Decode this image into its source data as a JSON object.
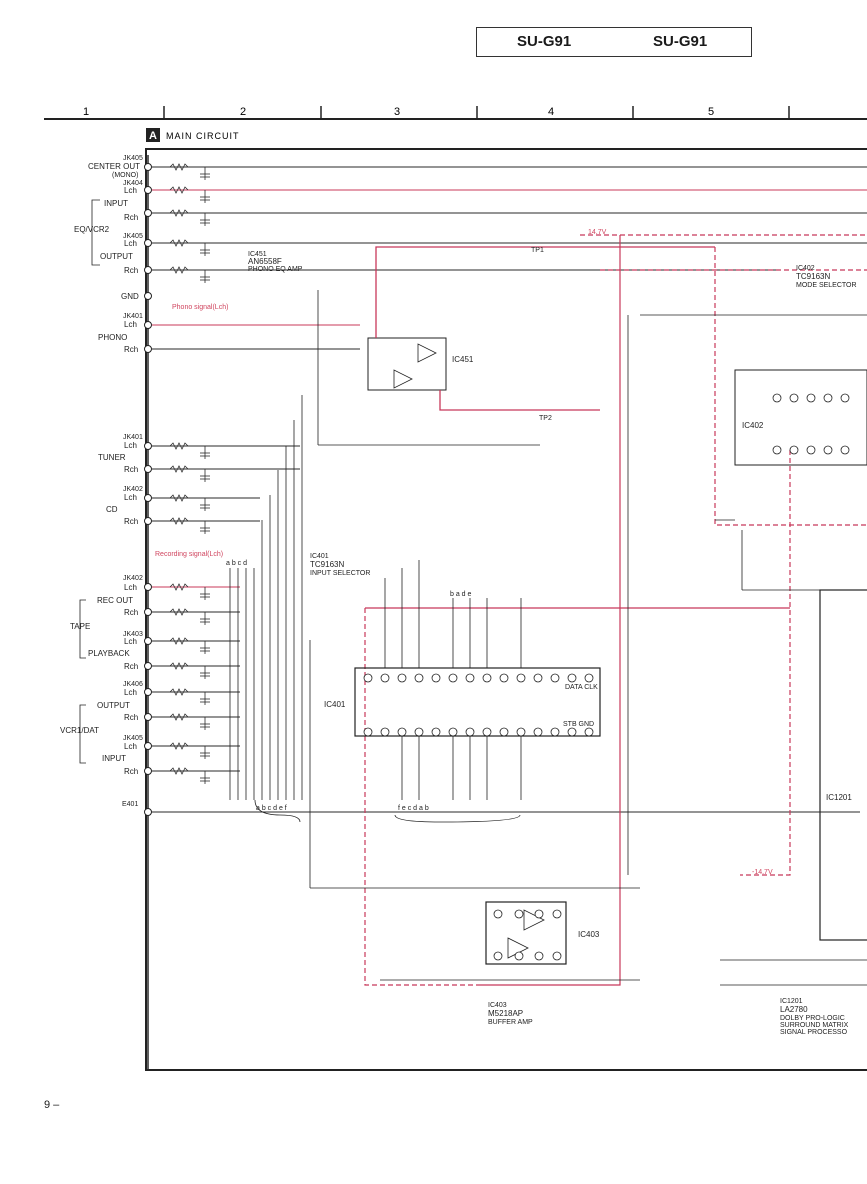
{
  "header": {
    "model_left": "SU-G91",
    "model_right": "SU-G91",
    "grid_numbers": [
      "1",
      "2",
      "3",
      "4",
      "5"
    ]
  },
  "section": {
    "letter": "A",
    "title": "MAIN CIRCUIT"
  },
  "page_number": "9 –",
  "jacks": {
    "center_out": {
      "ref": "JK405",
      "label": "CENTER OUT",
      "sub": "(MONO)"
    },
    "eq_vcr2": {
      "ref": "JK404",
      "group": "EQ/VCR2",
      "input": "INPUT",
      "output": "OUTPUT",
      "ref2": "JK405"
    },
    "gnd": "GND",
    "phono": {
      "ref": "JK401",
      "label": "PHONO",
      "signal": "Phono signal(Lch)"
    },
    "tuner": {
      "ref": "JK401",
      "label": "TUNER"
    },
    "cd": {
      "ref": "JK402",
      "label": "CD"
    },
    "tape": {
      "ref": "JK402",
      "group": "TAPE",
      "rec_out": "REC OUT",
      "playback": "PLAYBACK",
      "ref2": "JK403"
    },
    "vcr1_dat": {
      "ref": "JK406",
      "group": "VCR1/DAT",
      "output": "OUTPUT",
      "input": "INPUT",
      "ref2": "JK405"
    },
    "e401": "E401",
    "lch": "Lch",
    "rch": "Rch"
  },
  "ics": {
    "ic451": {
      "ref": "IC451",
      "part": "AN6558F",
      "desc": "PHONO EQ AMP",
      "box": "IC451"
    },
    "ic401": {
      "ref": "IC401",
      "part": "TC9163N",
      "desc": "INPUT SELECTOR",
      "box": "IC401"
    },
    "ic402": {
      "ref": "IC402",
      "part": "TC9163N",
      "desc": "MODE SELECTOR",
      "box": "IC402"
    },
    "ic403": {
      "ref": "IC403",
      "part": "M5218AP",
      "desc": "BUFFER AMP",
      "box": "IC403"
    },
    "ic1201": {
      "ref": "IC1201",
      "part": "LA2780",
      "desc1": "DOLBY PRO-LOGIC",
      "desc2": "SURROUND MATRIX",
      "desc3": "SIGNAL PROCESSO",
      "box": "IC1201"
    }
  },
  "annotations": {
    "recording_signal": "Recording signal(Lch)",
    "voltage_pos": "14.7V",
    "voltage_neg": "-14.7V",
    "tp1": "TP1",
    "tp2": "TP2",
    "abcd": "a b c d",
    "abcdef": "a b c d e f",
    "fecdab": "f e c d a b",
    "bade": "b a d e",
    "data_clk": "DATA CLK",
    "stb_gnd": "STB GND"
  },
  "colors": {
    "line": "#2a2a2a",
    "signal": "#c8385a",
    "paper": "#ffffff"
  }
}
